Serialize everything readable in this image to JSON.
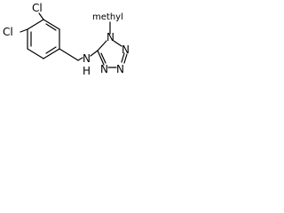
{
  "molecule": {
    "atoms": {
      "cl_upper": "Cl",
      "cl_lower": "Cl",
      "amine_n": "N",
      "amine_h": "H",
      "methyl": "methyl",
      "ring_n1": "N",
      "ring_n2": "N",
      "ring_n3": "N",
      "ring_n4": "N"
    }
  }
}
